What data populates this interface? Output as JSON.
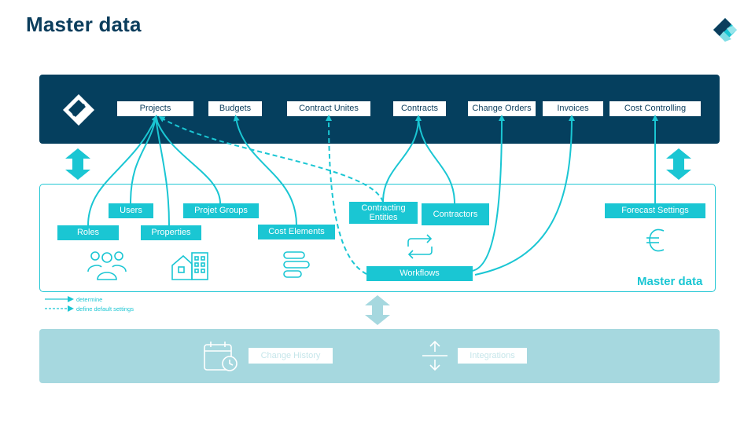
{
  "title": "Master data",
  "top_boxes": {
    "projects": "Projects",
    "budgets": "Budgets",
    "contract_unites": "Contract Unites",
    "contracts": "Contracts",
    "change_orders": "Change Orders",
    "invoices": "Invoices",
    "cost_controlling": "Cost Controlling"
  },
  "master_boxes": {
    "users": "Users",
    "roles": "Roles",
    "properties": "Properties",
    "projet_groups": "Projet Groups",
    "cost_elements": "Cost Elements",
    "contracting_entities": "Contracting Entities",
    "contractors": "Contractors",
    "workflows": "Workflows",
    "forecast_settings": "Forecast Settings"
  },
  "master_label": "Master data",
  "legend": {
    "determine": "determine",
    "default": "define default settings"
  },
  "bottom_boxes": {
    "change_history": "Change History",
    "integrations": "Integrations"
  },
  "colors": {
    "navy": "#053f5e",
    "teal": "#1ac6d3",
    "light_teal": "#a6d8df",
    "title": "#0b3d5c"
  },
  "icons": [
    "logo-icon",
    "people-icon",
    "buildings-icon",
    "stack-icon",
    "sync-arrows-icon",
    "euro-icon",
    "calendar-clock-icon",
    "up-down-arrows-icon"
  ]
}
